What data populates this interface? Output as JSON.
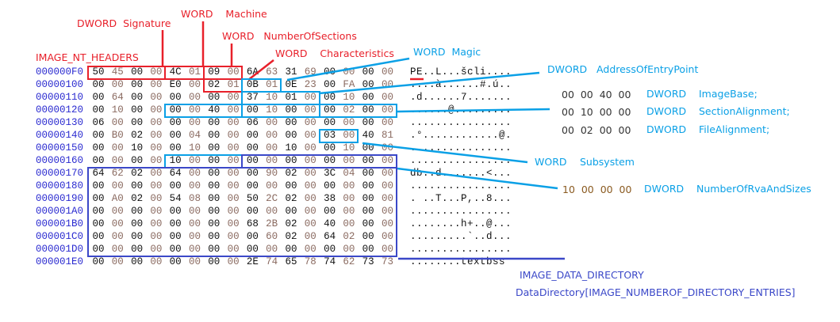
{
  "colors": {
    "red": "#e8202a",
    "blue": "#0aa0e6",
    "dark_blue": "#3b48c8",
    "address": "#2a2ad0"
  },
  "rows": [
    {
      "addr": "000000F0",
      "bytes": "50 45 00 00 4C 01 09 00 6A 63 31 69 00 00 00 00",
      "ascii": "PE..L...šcli...."
    },
    {
      "addr": "00000100",
      "bytes": "00 00 00 00 E0 00 02 01 0B 01 0E 23 00 FA 00 00",
      "ascii": "....à......#.ú.."
    },
    {
      "addr": "00000110",
      "bytes": "00 64 00 00 00 00 00 00 37 10 01 00 00 10 00 00",
      "ascii": ".d......7......."
    },
    {
      "addr": "00000120",
      "bytes": "00 10 00 00 00 00 40 00 00 10 00 00 00 02 00 00",
      "ascii": "......@........."
    },
    {
      "addr": "00000130",
      "bytes": "06 00 00 00 00 00 00 00 06 00 00 00 00 00 00 00",
      "ascii": "................"
    },
    {
      "addr": "00000140",
      "bytes": "00 B0 02 00 00 04 00 00 00 00 00 00 03 00 40 81",
      "ascii": ".°............@."
    },
    {
      "addr": "00000150",
      "bytes": "00 00 10 00 00 10 00 00 00 00 10 00 00 10 00 00",
      "ascii": "................"
    },
    {
      "addr": "00000160",
      "bytes": "00 00 00 00 10 00 00 00 00 00 00 00 00 00 00 00",
      "ascii": "................"
    },
    {
      "addr": "00000170",
      "bytes": "64 62 02 00 64 00 00 00 00 90 02 00 3C 04 00 00",
      "ascii": "db..d.......<..."
    },
    {
      "addr": "00000180",
      "bytes": "00 00 00 00 00 00 00 00 00 00 00 00 00 00 00 00",
      "ascii": "................"
    },
    {
      "addr": "00000190",
      "bytes": "00 A0 02 00 54 08 00 00 50 2C 02 00 38 00 00 00",
      "ascii": ". ..T...P,..8..."
    },
    {
      "addr": "000001A0",
      "bytes": "00 00 00 00 00 00 00 00 00 00 00 00 00 00 00 00",
      "ascii": "................"
    },
    {
      "addr": "000001B0",
      "bytes": "00 00 00 00 00 00 00 00 68 2B 02 00 40 00 00 00",
      "ascii": "........h+..@..."
    },
    {
      "addr": "000001C0",
      "bytes": "00 00 00 00 00 00 00 00 00 60 02 00 64 02 00 00",
      "ascii": ".........`..d..."
    },
    {
      "addr": "000001D0",
      "bytes": "00 00 00 00 00 00 00 00 00 00 00 00 00 00 00 00",
      "ascii": "................"
    },
    {
      "addr": "000001E0",
      "bytes": "00 00 00 00 00 00 00 00 2E 74 65 78 74 62 73 73",
      "ascii": "........textbss"
    }
  ],
  "labels": {
    "nt_headers": "IMAGE_NT_HEADERS",
    "signature": "DWORD  Signature",
    "machine": "WORD    Machine",
    "num_sections": "WORD   NumberOfSections",
    "characteristics": "WORD    Characteristics",
    "magic": "WORD  Magic",
    "entry_point": "DWORD   AddressOfEntryPoint",
    "image_base": {
      "hex": "00  00  40  00",
      "type": "DWORD",
      "name": "ImageBase;"
    },
    "section_alignment": {
      "hex": "00  10  00  00",
      "type": "DWORD",
      "name": "SectionAlignment;"
    },
    "file_alignment": {
      "hex": "00  02  00  00",
      "type": "DWORD",
      "name": "FileAlignment;"
    },
    "subsystem": {
      "type": "WORD",
      "name": "Subsystem"
    },
    "rva_sizes": {
      "hex": "10  00  00  00",
      "type": "DWORD",
      "name": "NumberOfRvaAndSizes"
    },
    "data_directory_type": "IMAGE_DATA_DIRECTORY",
    "data_directory_decl": "DataDirectory[IMAGE_NUMBEROF_DIRECTORY_ENTRIES]"
  }
}
